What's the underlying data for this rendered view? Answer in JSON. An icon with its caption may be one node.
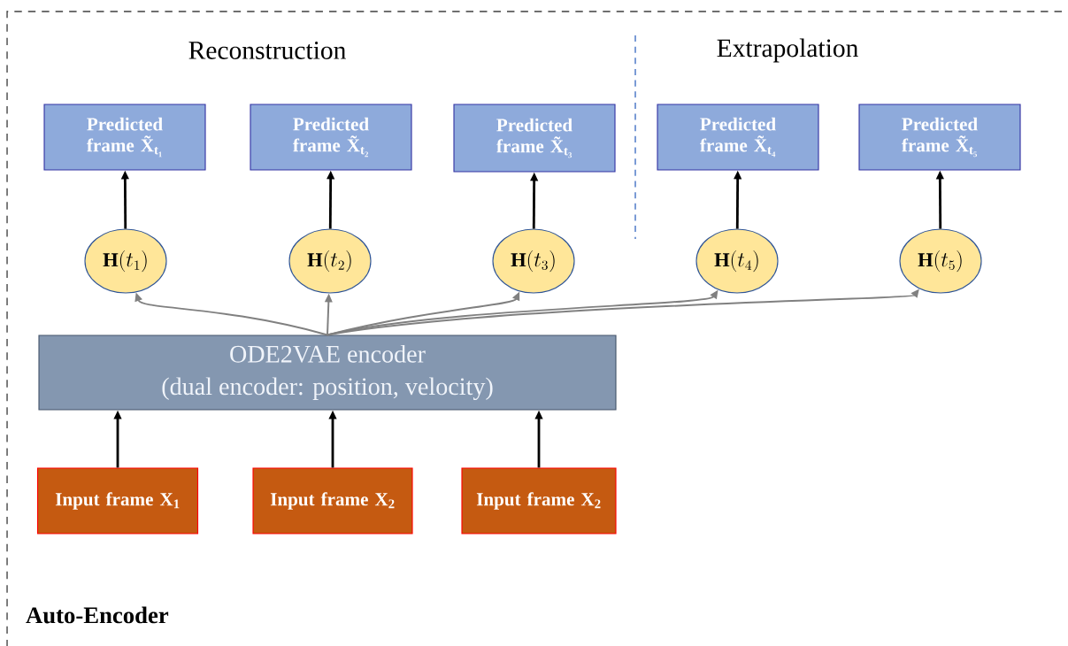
{
  "diagram": {
    "nodes": [
      {
        "text": [
          "Auto-Encoder"
        ]
      },
      {
        "text": [
          "Predicted frame X̃$_{t₁}$"
        ],
        "in": 0
      },
      {
        "text": [
          "Predicted frame X̃$_{t₂}$"
        ],
        "in": 0
      },
      {
        "text": [
          "Predicted frame X̃$_{t₃}$"
        ],
        "in": 0
      },
      {
        "text": [
          "Predicted frame X̃$_{t₄}$"
        ],
        "in": 0
      },
      {
        "text": [
          "Predicted frame X̃$_{t₅}$"
        ],
        "in": 0
      },
      {
        "text": [
          "\\mathbf{H}(t_1)"
        ],
        "in": 0
      },
      {
        "text": [
          "\\mathbf{H}(t_2)"
        ],
        "in": 0
      },
      {
        "text": [
          "\\mathbf{H}(t_3)"
        ],
        "in": 0
      },
      {
        "text": [
          "\\mathbf{H}(t_4)"
        ],
        "in": 0
      },
      {
        "text": [
          "\\mathbf{H}(t_5)"
        ],
        "in": 0
      },
      {
        "text": [
          "ODE2VAE encoder",
          "(dual encoder: position, velocity)"
        ],
        "in": 0
      },
      {
        "text": [
          "Input frame X$_{1}$"
        ],
        "in": 0
      },
      {
        "text": [
          "Input frame X$_{2}$"
        ],
        "in": 0
      },
      {
        "text": [
          "Input frame X$_{2}$"
        ],
        "in": 0
      }
    ],
    "edges": [
      {
        "from": 6,
        "to": 1,
        "arrow": "to"
      },
      {
        "from": 7,
        "to": 2,
        "arrow": "to"
      },
      {
        "from": 8,
        "to": 3,
        "arrow": "to"
      },
      {
        "from": 9,
        "to": 4,
        "arrow": "to"
      },
      {
        "from": 10,
        "to": 5,
        "arrow": "to"
      },
      {
        "from": 11,
        "to": 6,
        "arrow": "to",
        "color": "#808080"
      },
      {
        "from": 11,
        "to": 7,
        "arrow": "to",
        "color": "#808080"
      },
      {
        "from": 11,
        "to": 8,
        "arrow": "to",
        "color": "#808080"
      },
      {
        "from": 11,
        "to": 9,
        "arrow": "to",
        "color": "#808080"
      },
      {
        "from": 11,
        "to": 10,
        "arrow": "to",
        "color": "#808080"
      },
      {
        "from": 12,
        "to": 11,
        "arrow": "to"
      },
      {
        "from": 13,
        "to": 11,
        "arrow": "to"
      },
      {
        "from": 14,
        "to": 11,
        "arrow": "to"
      }
    ],
    "labels": [
      "Reconstruction",
      "Extrapolation"
    ]
  }
}
